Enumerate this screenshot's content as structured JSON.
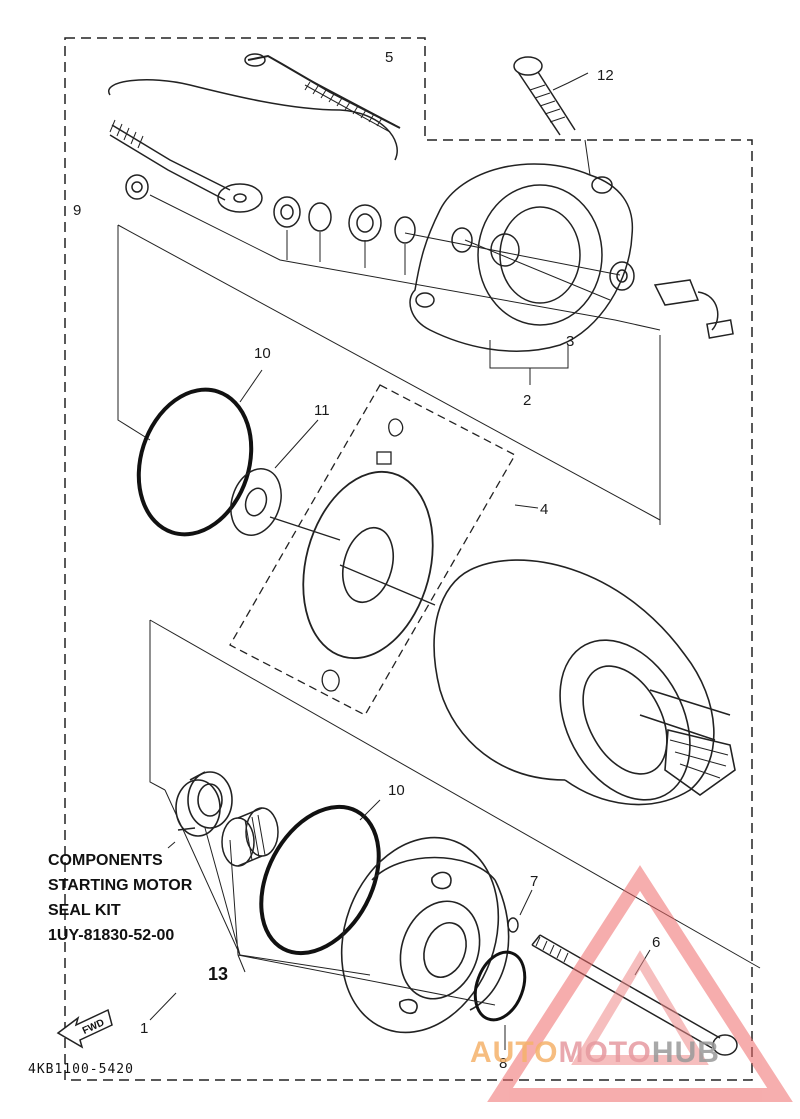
{
  "callouts": {
    "c1": "1",
    "c2": "2",
    "c3": "3",
    "c4": "4",
    "c5": "5",
    "c6": "6",
    "c7": "7",
    "c8": "8",
    "c9": "9",
    "c10a": "10",
    "c10b": "10",
    "c11": "11",
    "c12": "12",
    "c13": "13"
  },
  "caption": {
    "line1": "COMPONENTS",
    "line2": "STARTING MOTOR",
    "line3": "SEAL KIT",
    "line4": "1UY-81830-52-00"
  },
  "fwd_label": "FWD",
  "diagram_code": "4KB1100-5420",
  "watermark": {
    "part1": "AUTO",
    "part2": "MOTO",
    "part3": "HUB",
    "color1": "#f5b26b",
    "color2": "#e69aa0",
    "color3": "#9a9a9a"
  }
}
